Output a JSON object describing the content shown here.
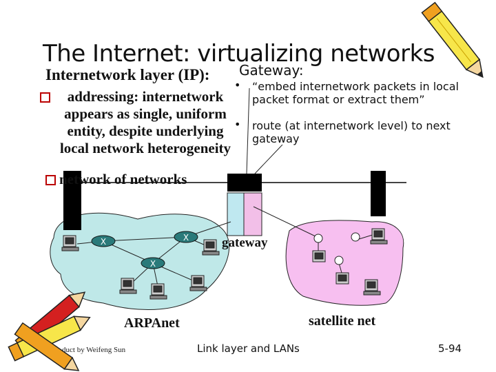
{
  "title": "The Internet: virtualizing networks",
  "left_panel": {
    "heading": "Internetwork layer (IP):",
    "bullet1": "addressing: internetwork appears as single, uniform entity, despite underlying local network heterogeneity",
    "bullet2": "network of networks"
  },
  "gateway_panel": {
    "heading": "Gateway:",
    "item1": "“embed internetwork packets in local packet format or extract them”",
    "item2": "route (at internetwork level) to next gateway"
  },
  "diagram": {
    "gateway_label": "gateway",
    "arpanet_label": "ARPAnet",
    "satellite_label": "satellite net"
  },
  "footer": {
    "left": "duct by Weifeng Sun",
    "center": "Link layer and LANs",
    "right": "5-94"
  },
  "colors": {
    "arpanet_blob": "#bfe8e8",
    "satellite_blob": "#f7bff0",
    "gateway_left": "#bfe8f0",
    "gateway_right": "#f2bfe8",
    "router": "#2a7a7a",
    "bullet": "#bb0000",
    "pencil_yellow": "#f7e64a",
    "pencil_orange": "#f0a020",
    "pencil_red": "#d42020"
  }
}
